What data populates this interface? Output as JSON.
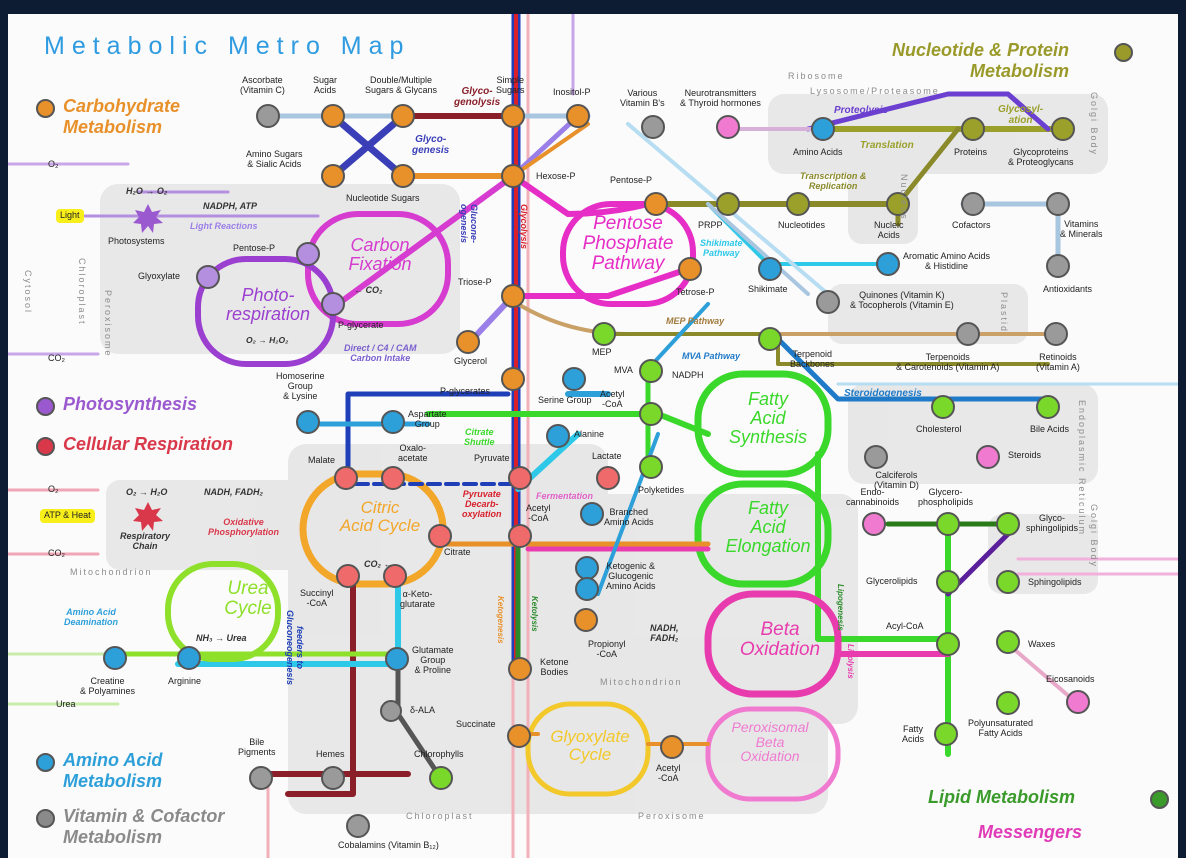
{
  "title": "Metabolic Metro Map",
  "legend": [
    {
      "id": "carb",
      "label": "Carbohydrate\nMetabolism",
      "color": "#e8902a",
      "pos": "left"
    },
    {
      "id": "photo",
      "label": "Photosynthesis",
      "color": "#9b59d0",
      "pos": "left"
    },
    {
      "id": "resp",
      "label": "Cellular Respiration",
      "color": "#d9384a",
      "pos": "left"
    },
    {
      "id": "amino",
      "label": "Amino Acid\nMetabolism",
      "color": "#2d9fd9",
      "pos": "left"
    },
    {
      "id": "vit",
      "label": "Vitamin & Cofactor\nMetabolism",
      "color": "#8a8a8a",
      "pos": "left"
    },
    {
      "id": "nuc",
      "label": "Nucleotide & Protein\nMetabolism",
      "color": "#9a9a2a",
      "pos": "right"
    },
    {
      "id": "lipid",
      "label": "Lipid Metabolism",
      "color": "#3a9a2a",
      "pos": "right"
    },
    {
      "id": "msg",
      "label": "Messengers",
      "color": "#e03cb8",
      "pos": "right"
    }
  ],
  "cycles": [
    {
      "id": "carbon-fixation",
      "label": "Carbon\nFixation",
      "color": "#d63ccf"
    },
    {
      "id": "photorespiration",
      "label": "Photo-\nrespiration",
      "color": "#9b3fd0"
    },
    {
      "id": "pentose-phosphate",
      "label": "Pentose\nPhosphate\nPathway",
      "color": "#e62dc6"
    },
    {
      "id": "citric-acid",
      "label": "Citric\nAcid Cycle",
      "color": "#f2a62a"
    },
    {
      "id": "urea",
      "label": "Urea\nCycle",
      "color": "#8ee02a"
    },
    {
      "id": "fa-synthesis",
      "label": "Fatty\nAcid\nSynthesis",
      "color": "#3ad82a"
    },
    {
      "id": "fa-elongation",
      "label": "Fatty\nAcid\nElongation",
      "color": "#3ad82a"
    },
    {
      "id": "beta-oxidation",
      "label": "Beta\nOxidation",
      "color": "#e83cae"
    },
    {
      "id": "perox-beta",
      "label": "Peroxisomal\nBeta\nOxidation",
      "color": "#f07ad0"
    },
    {
      "id": "glyoxylate",
      "label": "Glyoxylate\nCycle",
      "color": "#f2c82a"
    }
  ],
  "compartments": [
    "Chloroplast",
    "Peroxisome",
    "Cytosol",
    "Mitochondrion",
    "Mitochondrion",
    "Chloroplast",
    "Peroxisome",
    "Ribosome",
    "Lysosome/Proteasome",
    "Golgi Body",
    "Nucleus",
    "Plastid",
    "Endoplasmic Reticulum",
    "Golgi Body"
  ],
  "side_inputs": [
    "O₂",
    "Light",
    "CO₂",
    "O₂",
    "ATP & Heat",
    "CO₂",
    "Urea"
  ],
  "nodes": [
    {
      "label": "Ascorbate\n(Vitamin C)"
    },
    {
      "label": "Sugar\nAcids"
    },
    {
      "label": "Double/Multiple\nSugars & Glycans"
    },
    {
      "label": "Simple\nSugars"
    },
    {
      "label": "Inositol-P"
    },
    {
      "label": "Amino Sugars\n& Sialic Acids"
    },
    {
      "label": "Nucleotide Sugars"
    },
    {
      "label": "Hexose-P"
    },
    {
      "label": "Various\nVitamin B's"
    },
    {
      "label": "Neurotransmitters\n& Thyroid hormones"
    },
    {
      "label": "Amino Acids"
    },
    {
      "label": "Proteins"
    },
    {
      "label": "Glycoproteins\n& Proteoglycans"
    },
    {
      "label": "Pentose-P"
    },
    {
      "label": "PRPP"
    },
    {
      "label": "Nucleotides"
    },
    {
      "label": "Nucleic\nAcids"
    },
    {
      "label": "Cofactors"
    },
    {
      "label": "Vitamins\n& Minerals"
    },
    {
      "label": "Aromatic Amino Acids\n& Histidine"
    },
    {
      "label": "Shikimate"
    },
    {
      "label": "Tetrose-P"
    },
    {
      "label": "Antioxidants"
    },
    {
      "label": "Quinones (Vitamin K)\n& Tocopherols (Vitamin E)"
    },
    {
      "label": "Photosystems"
    },
    {
      "label": "Glyoxylate"
    },
    {
      "label": "Pentose-P"
    },
    {
      "label": "P-glycerate"
    },
    {
      "label": "Triose-P"
    },
    {
      "label": "Glycerol"
    },
    {
      "label": "MEP"
    },
    {
      "label": "MVA"
    },
    {
      "label": "NADPH"
    },
    {
      "label": "Terpenoid\nBackbones"
    },
    {
      "label": "Terpenoids\n& Carotenoids (Vitamin A)"
    },
    {
      "label": "Retinoids\n(Vitamin A)"
    },
    {
      "label": "Homoserine\nGroup\n& Lysine"
    },
    {
      "label": "P-glycerates"
    },
    {
      "label": "Serine Group"
    },
    {
      "label": "Acetyl\n-CoA"
    },
    {
      "label": "Aspartate\nGroup"
    },
    {
      "label": "Alanine"
    },
    {
      "label": "Cholesterol"
    },
    {
      "label": "Bile Acids"
    },
    {
      "label": "Calciferols\n(Vitamin D)"
    },
    {
      "label": "Steroids"
    },
    {
      "label": "Malate"
    },
    {
      "label": "Oxalo-\nacetate"
    },
    {
      "label": "Pyruvate"
    },
    {
      "label": "Lactate"
    },
    {
      "label": "Polyketides"
    },
    {
      "label": "Endo-\ncannabinoids"
    },
    {
      "label": "Glycero-\nphospholipids"
    },
    {
      "label": "Glyco-\nsphingolipids"
    },
    {
      "label": "Acetyl\n-CoA"
    },
    {
      "label": "Branched\nAmino Acids"
    },
    {
      "label": "Citrate"
    },
    {
      "label": "Glycerolipids"
    },
    {
      "label": "Sphingolipids"
    },
    {
      "label": "Succinyl\n-CoA"
    },
    {
      "label": "α-Keto-\nglutarate"
    },
    {
      "label": "Ketogenic &\nGlucogenic\nAmino Acids"
    },
    {
      "label": "Acyl-CoA"
    },
    {
      "label": "Waxes"
    },
    {
      "label": "Creatine\n& Polyamines"
    },
    {
      "label": "Arginine"
    },
    {
      "label": "Glutamate\nGroup\n& Proline"
    },
    {
      "label": "Propionyl\n-CoA"
    },
    {
      "label": "Ketone\nBodies"
    },
    {
      "label": "Eicosanoids"
    },
    {
      "label": "δ-ALA"
    },
    {
      "label": "Succinate"
    },
    {
      "label": "Fatty\nAcids"
    },
    {
      "label": "Polyunsaturated\nFatty Acids"
    },
    {
      "label": "Bile\nPigments"
    },
    {
      "label": "Hemes"
    },
    {
      "label": "Chlorophylls"
    },
    {
      "label": "Acetyl\n-CoA"
    },
    {
      "label": "Cobalamins (Vitamin B₁₂)"
    }
  ],
  "line_labels": [
    "Glyco-\ngenolysis",
    "Glyco-\ngenesis",
    "Glucone-\nogenesis",
    "Glycolysis",
    "Light Reactions",
    "NADPH, ATP",
    "H₂O → O₂",
    "O₂ → H₂O₂",
    "Direct / C4 / CAM\nCarbon Intake",
    "Proteolysis",
    "Glycosyl-\nation",
    "Translation",
    "Transcription &\nReplication",
    "Shikimate\nPathway",
    "MEP Pathway",
    "MVA Pathway",
    "Steroidogenesis",
    "Citrate\nShuttle",
    "Pyruvate\nDecarb-\noxylation",
    "Fermentation",
    "Oxidative\nPhosphorylation",
    "NADH, FADH₂",
    "O₂ → H₂O",
    "Respiratory\nChain",
    "Amino Acid\nDeamination",
    "NH₃ → Urea",
    "feeders to\nGluconeogenesis",
    "Ketogenesis",
    "Ketolysis",
    "NADH,\nFADH₂",
    "Lipogenesis",
    "Lipolysis",
    "CO₂ ←",
    "← CO₂"
  ]
}
